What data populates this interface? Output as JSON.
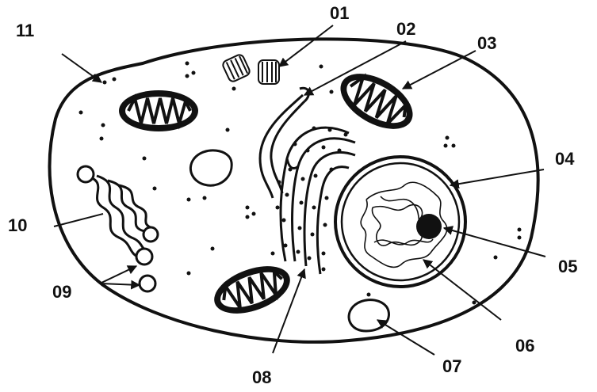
{
  "labels": {
    "l01": "01",
    "l02": "02",
    "l03": "03",
    "l04": "04",
    "l05": "05",
    "l06": "06",
    "l07": "07",
    "l08": "08",
    "l09": "09",
    "l10": "10",
    "l11": "11"
  },
  "colors": {
    "ink": "#111111",
    "background": "#ffffff"
  }
}
